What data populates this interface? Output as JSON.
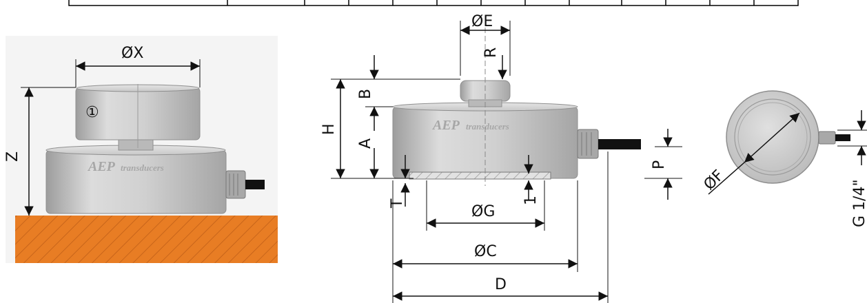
{
  "dimensions": {
    "x": "ØX",
    "z": "Z",
    "e": "ØE",
    "r": "R",
    "b": "B",
    "h": "H",
    "a": "A",
    "t": "T",
    "g": "ØG",
    "one": "1",
    "c": "ØC",
    "d": "D",
    "p": "P",
    "f": "ØF",
    "thread": "G 1/4\""
  },
  "part_marker": "①",
  "brand": {
    "name": "AEP",
    "tagline": "transducers"
  },
  "colors": {
    "body": "#cfcfcf",
    "base": "#e87d24",
    "panel": "#f4f4f4",
    "cable": "#111111"
  },
  "icons": [
    "arrow-icon",
    "hatch-pattern"
  ]
}
